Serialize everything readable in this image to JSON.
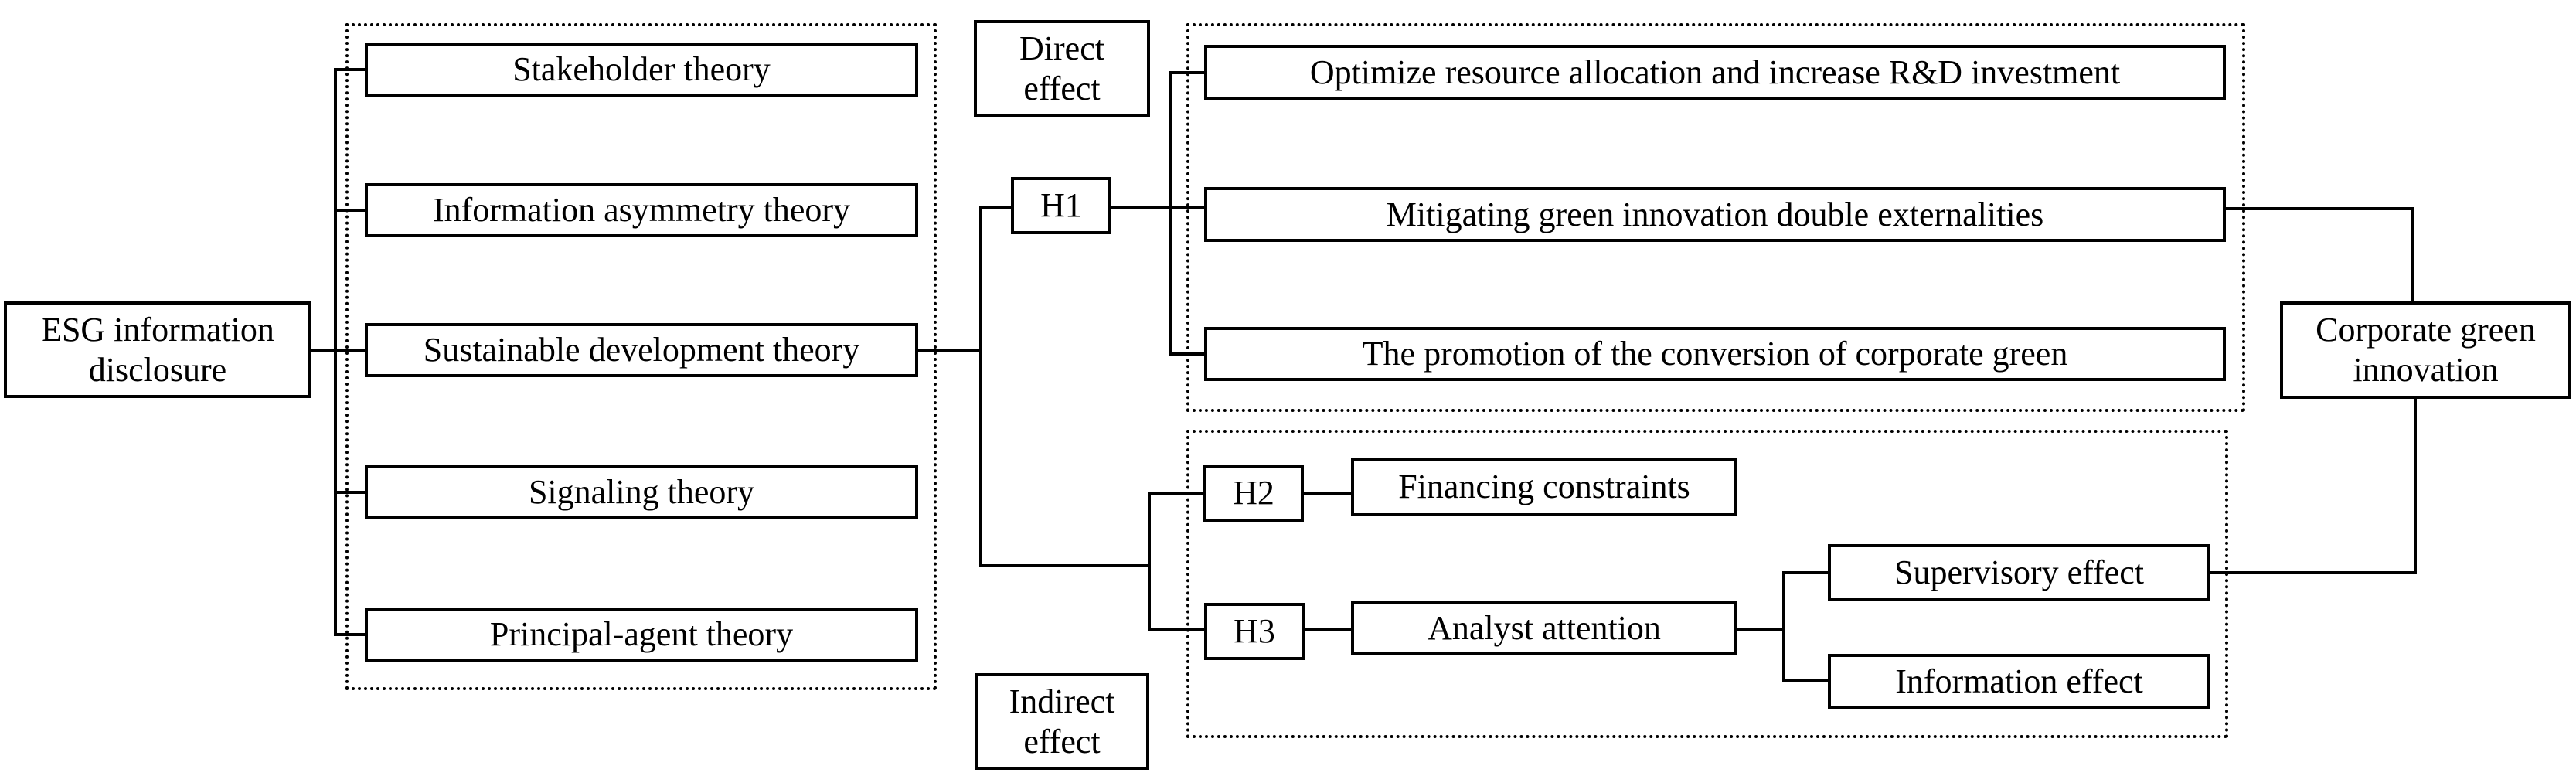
{
  "diagram": {
    "esg": "ESG information disclosure",
    "theories": [
      "Stakeholder theory",
      "Information asymmetry theory",
      "Sustainable development theory",
      "Signaling theory",
      "Principal-agent theory"
    ],
    "direct_effect": "Direct effect",
    "indirect_effect": "Indirect effect",
    "h1": "H1",
    "h2": "H2",
    "h3": "H3",
    "direct_paths": [
      "Optimize resource allocation and increase R&D investment",
      "Mitigating green innovation double externalities",
      "The promotion of the conversion of corporate green"
    ],
    "financing": "Financing constraints",
    "analyst": "Analyst attention",
    "analyst_effects": [
      "Supervisory effect",
      "Information effect"
    ],
    "corporate": "Corporate green innovation"
  },
  "colors": {
    "line": "#000000",
    "background": "#ffffff"
  }
}
